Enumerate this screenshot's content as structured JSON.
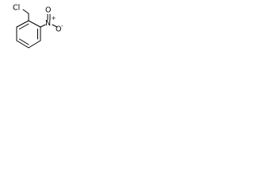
{
  "molecule": {
    "atoms": {
      "chlorine": "Cl",
      "nitrogen": "N",
      "oxygen_double": "O",
      "oxygen_single": "O",
      "nitrogen_charge": "+",
      "oxygen_charge": "-"
    },
    "colors": {
      "bond": "#000000",
      "label": "#000000",
      "background": "#ffffff"
    }
  }
}
